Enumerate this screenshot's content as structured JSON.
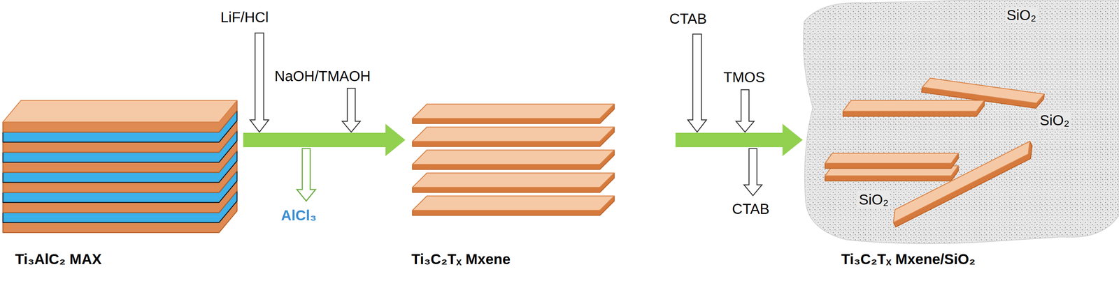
{
  "diagram": {
    "labels": [
      "LiF/HCl",
      "NaOH/TMAOH",
      "AlCl₃",
      "CTAB",
      "TMOS",
      "CTAB",
      "SiO₂",
      "SiO₂",
      "SiO₂",
      "Ti₃AlC₂ MAX",
      "Ti₃C₂Tₓ Mxene",
      "Ti₃C₂Tₓ Mxene/SiO₂"
    ]
  }
}
